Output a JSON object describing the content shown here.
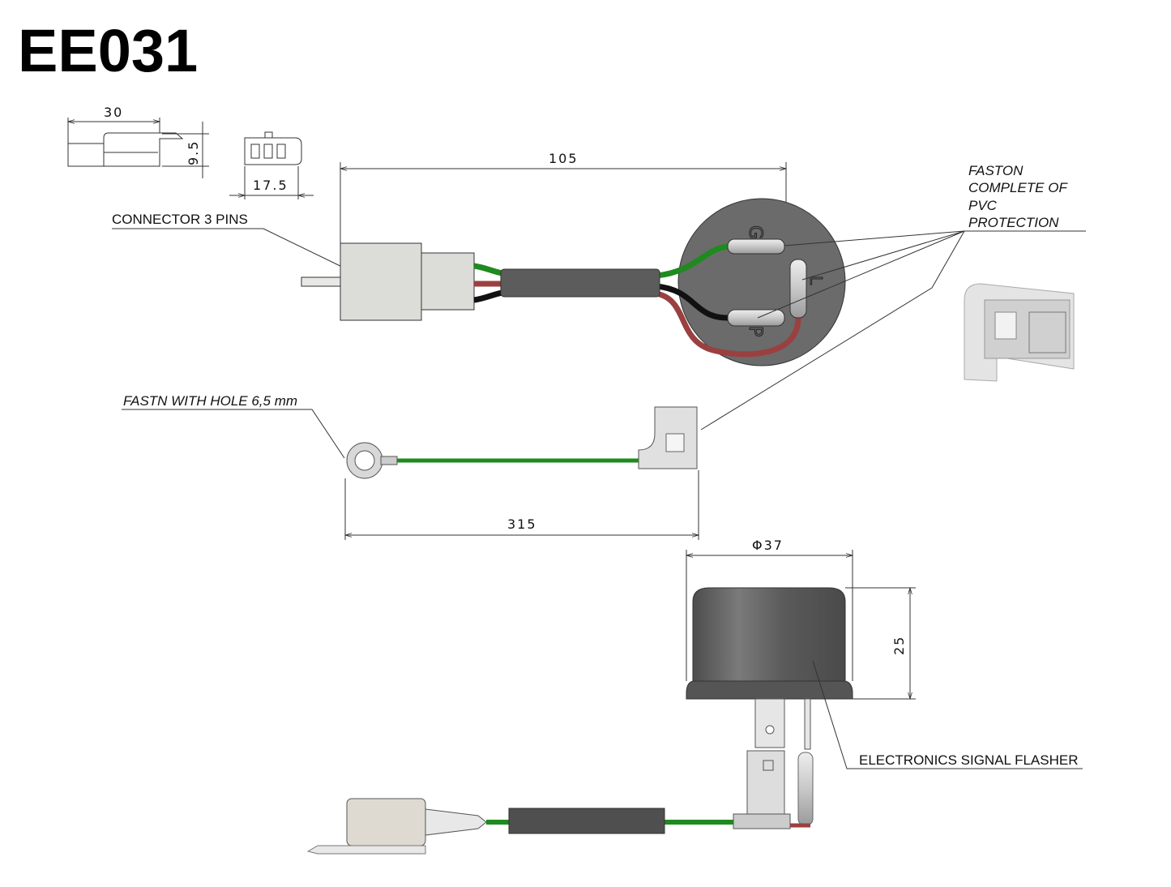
{
  "title": "EE031",
  "dimensions": {
    "connector_length": "30",
    "connector_height": "9.5",
    "connector_width": "17.5",
    "harness_length": "105",
    "ground_wire_length": "315",
    "flasher_diameter": "Φ37",
    "flasher_height": "25"
  },
  "labels": {
    "connector": "CONNECTOR 3 PINS",
    "faston_lines": [
      "FASTON",
      "COMPLETE OF",
      "PVC",
      "PROTECTION"
    ],
    "ring_terminal": "FASTN WITH HOLE 6,5 mm",
    "flasher": "ELECTRONICS SIGNAL FLASHER"
  },
  "terminal_marks": {
    "ground": "G",
    "load": "L",
    "power": "P"
  },
  "colors": {
    "wire_green": "#1f8a1f",
    "wire_black": "#111111",
    "wire_red": "#9a4040",
    "body_gray": "#6b6b6b",
    "part_light": "#dcdcd8"
  }
}
